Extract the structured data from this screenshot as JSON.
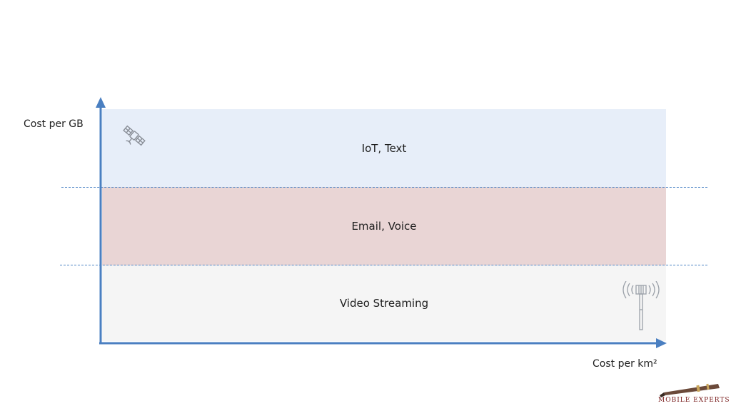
{
  "y_axis_label": "Cost per GB",
  "x_axis_label": "Cost per km²",
  "bands": [
    {
      "label": "IoT, Text",
      "color": "#e7eef9"
    },
    {
      "label": "Email, Voice",
      "color": "#e9d5d5"
    },
    {
      "label": "Video Streaming",
      "color": "#f5f5f5"
    }
  ],
  "icons": {
    "top_band": "satellite-icon",
    "bottom_band": "cell-tower-icon"
  },
  "colors": {
    "axis": "#4a7fc1",
    "dash": "#4f86c6",
    "logo_text": "#7a1e1e"
  },
  "logo": {
    "text": "MOBILE EXPERTS"
  }
}
